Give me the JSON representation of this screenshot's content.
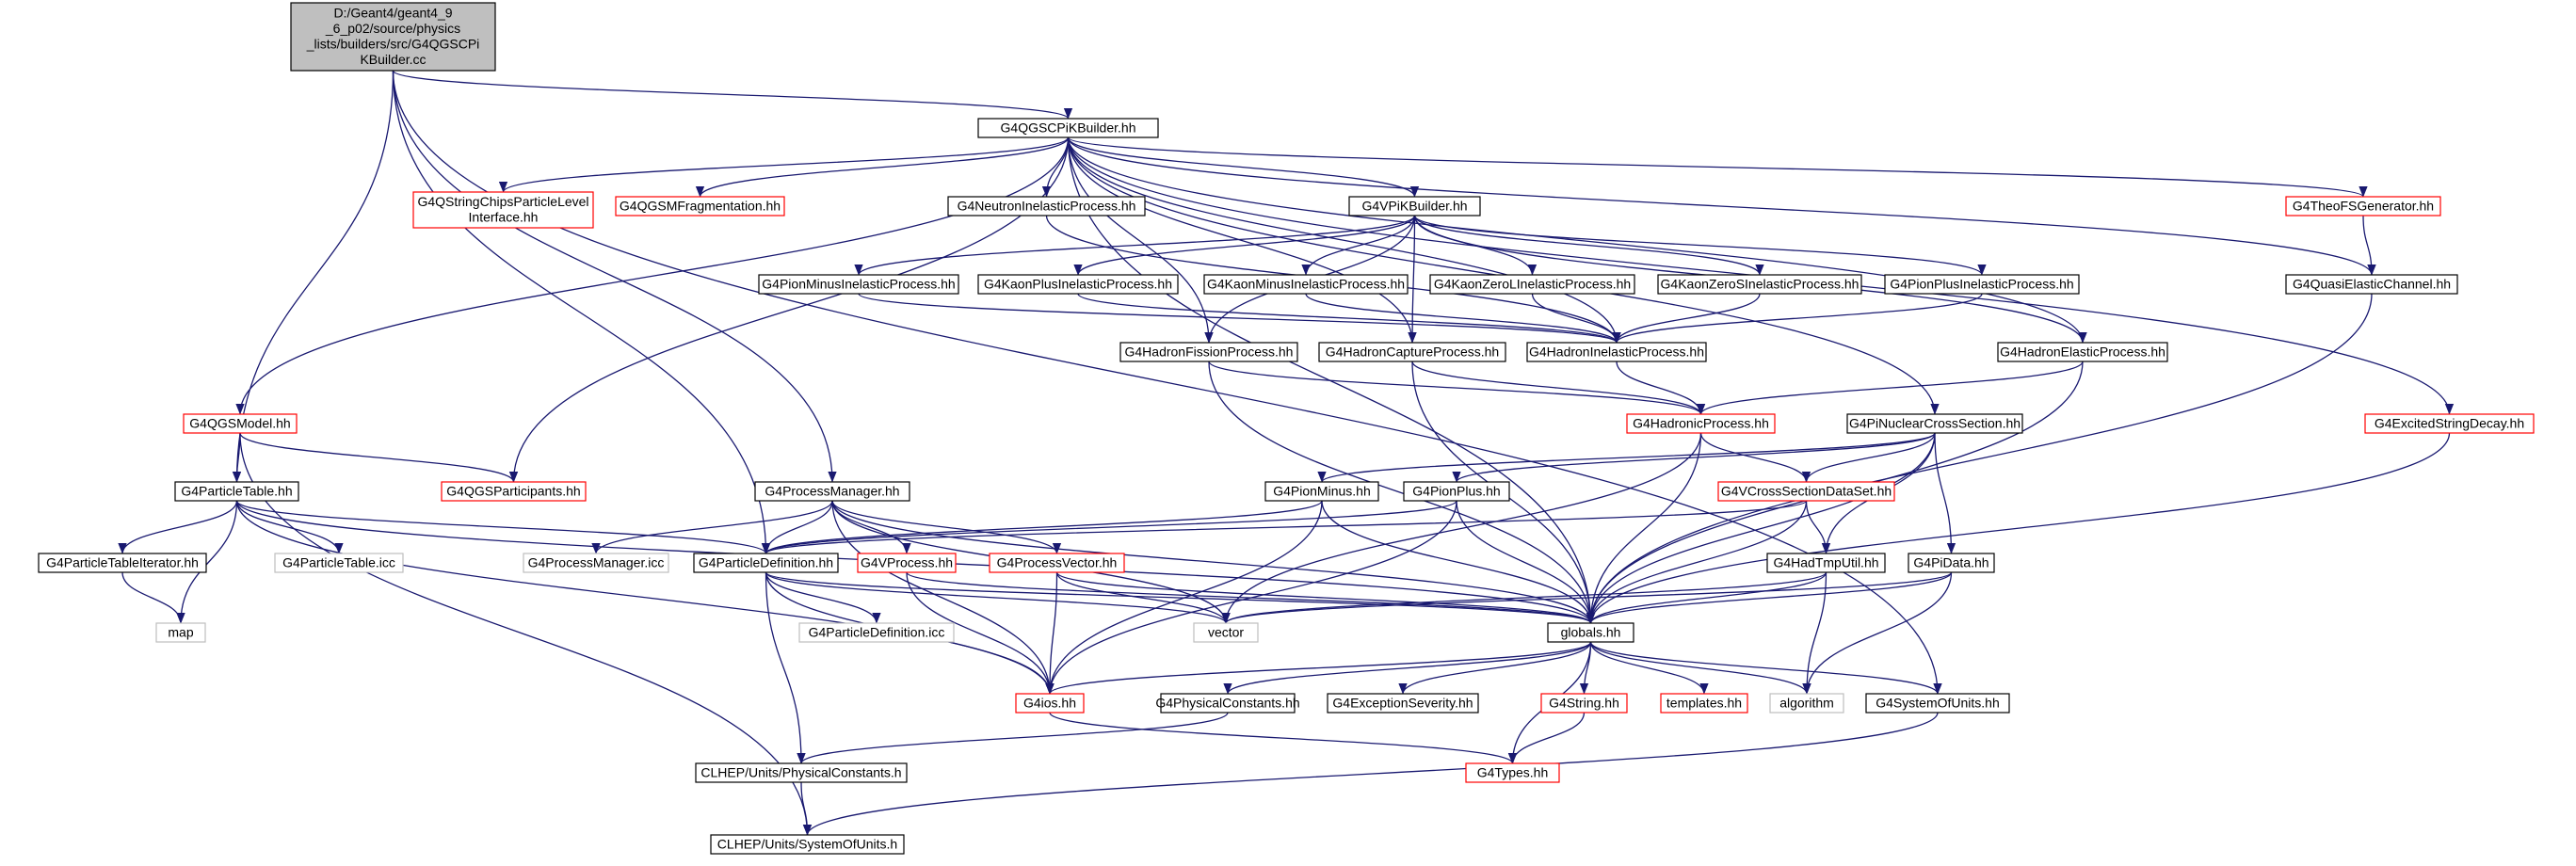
{
  "colors": {
    "edge": "#191970",
    "border_normal": "#000000",
    "border_truncated": "#ff0000",
    "border_system": "#bfbfbf",
    "root_fill": "#bfbfbf",
    "node_fill": "#ffffff"
  },
  "nodes": [
    {
      "id": "root",
      "lines": [
        "D:/Geant4/geant4_9",
        "_6_p02/source/physics",
        "_lists/builders/src/G4QGSCPi",
        "KBuilder.cc"
      ],
      "style": "root",
      "link": false
    },
    {
      "id": "qgscpik",
      "lines": [
        "G4QGSCPiKBuilder.hh"
      ],
      "style": "normal",
      "link": true
    },
    {
      "id": "qstring",
      "lines": [
        "G4QStringChipsParticleLevel",
        "Interface.hh"
      ],
      "style": "truncated",
      "link": true
    },
    {
      "id": "qgsmfrag",
      "lines": [
        "G4QGSMFragmentation.hh"
      ],
      "style": "truncated",
      "link": true
    },
    {
      "id": "neutronin",
      "lines": [
        "G4NeutronInelasticProcess.hh"
      ],
      "style": "normal",
      "link": true
    },
    {
      "id": "vpik",
      "lines": [
        "G4VPiKBuilder.hh"
      ],
      "style": "normal",
      "link": true
    },
    {
      "id": "theofs",
      "lines": [
        "G4TheoFSGenerator.hh"
      ],
      "style": "truncated",
      "link": true
    },
    {
      "id": "pionminusin",
      "lines": [
        "G4PionMinusInelasticProcess.hh"
      ],
      "style": "normal",
      "link": true
    },
    {
      "id": "kaonplusin",
      "lines": [
        "G4KaonPlusInelasticProcess.hh"
      ],
      "style": "normal",
      "link": true
    },
    {
      "id": "kaonminusin",
      "lines": [
        "G4KaonMinusInelasticProcess.hh"
      ],
      "style": "normal",
      "link": true
    },
    {
      "id": "kaonzerolin",
      "lines": [
        "G4KaonZeroLInelasticProcess.hh"
      ],
      "style": "normal",
      "link": true
    },
    {
      "id": "kaonzerosin",
      "lines": [
        "G4KaonZeroSInelasticProcess.hh"
      ],
      "style": "normal",
      "link": true
    },
    {
      "id": "pionplusin",
      "lines": [
        "G4PionPlusInelasticProcess.hh"
      ],
      "style": "normal",
      "link": true
    },
    {
      "id": "quasi",
      "lines": [
        "G4QuasiElasticChannel.hh"
      ],
      "style": "normal",
      "link": true
    },
    {
      "id": "hadfission",
      "lines": [
        "G4HadronFissionProcess.hh"
      ],
      "style": "normal",
      "link": true
    },
    {
      "id": "hadcapture",
      "lines": [
        "G4HadronCaptureProcess.hh"
      ],
      "style": "normal",
      "link": true
    },
    {
      "id": "hadinel",
      "lines": [
        "G4HadronInelasticProcess.hh"
      ],
      "style": "normal",
      "link": true
    },
    {
      "id": "hadelastic",
      "lines": [
        "G4HadronElasticProcess.hh"
      ],
      "style": "normal",
      "link": true
    },
    {
      "id": "qgsmodel",
      "lines": [
        "G4QGSModel.hh"
      ],
      "style": "truncated",
      "link": true
    },
    {
      "id": "hadronic",
      "lines": [
        "G4HadronicProcess.hh"
      ],
      "style": "truncated",
      "link": true
    },
    {
      "id": "pinuclear",
      "lines": [
        "G4PiNuclearCrossSection.hh"
      ],
      "style": "normal",
      "link": true
    },
    {
      "id": "excited",
      "lines": [
        "G4ExcitedStringDecay.hh"
      ],
      "style": "truncated",
      "link": true
    },
    {
      "id": "ptable",
      "lines": [
        "G4ParticleTable.hh"
      ],
      "style": "normal",
      "link": true
    },
    {
      "id": "qgspart",
      "lines": [
        "G4QGSParticipants.hh"
      ],
      "style": "truncated",
      "link": true
    },
    {
      "id": "procman",
      "lines": [
        "G4ProcessManager.hh"
      ],
      "style": "normal",
      "link": true
    },
    {
      "id": "pionminus",
      "lines": [
        "G4PionMinus.hh"
      ],
      "style": "normal",
      "link": true
    },
    {
      "id": "pionplus",
      "lines": [
        "G4PionPlus.hh"
      ],
      "style": "normal",
      "link": true
    },
    {
      "id": "vcross",
      "lines": [
        "G4VCrossSectionDataSet.hh"
      ],
      "style": "truncated",
      "link": true
    },
    {
      "id": "ptableit",
      "lines": [
        "G4ParticleTableIterator.hh"
      ],
      "style": "normal",
      "link": true
    },
    {
      "id": "ptableicc",
      "lines": [
        "G4ParticleTable.icc"
      ],
      "style": "system",
      "link": false
    },
    {
      "id": "procmanicc",
      "lines": [
        "G4ProcessManager.icc"
      ],
      "style": "system",
      "link": false
    },
    {
      "id": "pdef",
      "lines": [
        "G4ParticleDefinition.hh"
      ],
      "style": "normal",
      "link": true
    },
    {
      "id": "vprocess",
      "lines": [
        "G4VProcess.hh"
      ],
      "style": "truncated",
      "link": true
    },
    {
      "id": "procvec",
      "lines": [
        "G4ProcessVector.hh"
      ],
      "style": "truncated",
      "link": true
    },
    {
      "id": "hadtrm",
      "lines": [
        "G4HadTmpUtil.hh"
      ],
      "style": "normal",
      "link": true
    },
    {
      "id": "pidata",
      "lines": [
        "G4PiData.hh"
      ],
      "style": "normal",
      "link": true
    },
    {
      "id": "map",
      "lines": [
        "map"
      ],
      "style": "system",
      "link": false
    },
    {
      "id": "pdeficc",
      "lines": [
        "G4ParticleDefinition.icc"
      ],
      "style": "system",
      "link": false
    },
    {
      "id": "vector",
      "lines": [
        "vector"
      ],
      "style": "system",
      "link": false
    },
    {
      "id": "globals",
      "lines": [
        "globals.hh"
      ],
      "style": "normal",
      "link": true
    },
    {
      "id": "g4ios",
      "lines": [
        "G4ios.hh"
      ],
      "style": "truncated",
      "link": true
    },
    {
      "id": "physconst",
      "lines": [
        "G4PhysicalConstants.hh"
      ],
      "style": "normal",
      "link": true
    },
    {
      "id": "excsev",
      "lines": [
        "G4ExceptionSeverity.hh"
      ],
      "style": "normal",
      "link": true
    },
    {
      "id": "g4string",
      "lines": [
        "G4String.hh"
      ],
      "style": "truncated",
      "link": true
    },
    {
      "id": "templates",
      "lines": [
        "templates.hh"
      ],
      "style": "truncated",
      "link": true
    },
    {
      "id": "algorithm",
      "lines": [
        "algorithm"
      ],
      "style": "system",
      "link": false
    },
    {
      "id": "sysunits",
      "lines": [
        "G4SystemOfUnits.hh"
      ],
      "style": "normal",
      "link": true
    },
    {
      "id": "clhepphys",
      "lines": [
        "CLHEP/Units/PhysicalConstants.h"
      ],
      "style": "normal",
      "link": true
    },
    {
      "id": "g4types",
      "lines": [
        "G4Types.hh"
      ],
      "style": "truncated",
      "link": true
    },
    {
      "id": "clhepunits",
      "lines": [
        "CLHEP/Units/SystemOfUnits.h"
      ],
      "style": "normal",
      "link": true
    }
  ],
  "edges": [
    [
      "root",
      "qgscpik"
    ],
    [
      "root",
      "ptable"
    ],
    [
      "root",
      "procman"
    ],
    [
      "root",
      "pdef"
    ],
    [
      "root",
      "sysunits"
    ],
    [
      "qgscpik",
      "qstring"
    ],
    [
      "qgscpik",
      "qgsmfrag"
    ],
    [
      "qgscpik",
      "neutronin"
    ],
    [
      "qgscpik",
      "vpik"
    ],
    [
      "qgscpik",
      "theofs"
    ],
    [
      "qgscpik",
      "quasi"
    ],
    [
      "qgscpik",
      "excited"
    ],
    [
      "qgscpik",
      "qgsmodel"
    ],
    [
      "qgscpik",
      "qgspart"
    ],
    [
      "qgscpik",
      "hadfission"
    ],
    [
      "qgscpik",
      "hadcapture"
    ],
    [
      "qgscpik",
      "hadinel"
    ],
    [
      "qgscpik",
      "hadelastic"
    ],
    [
      "qgscpik",
      "pinuclear"
    ],
    [
      "qgscpik",
      "globals"
    ],
    [
      "neutronin",
      "hadinel"
    ],
    [
      "vpik",
      "pionminusin"
    ],
    [
      "vpik",
      "kaonplusin"
    ],
    [
      "vpik",
      "kaonminusin"
    ],
    [
      "vpik",
      "kaonzerolin"
    ],
    [
      "vpik",
      "kaonzerosin"
    ],
    [
      "vpik",
      "pionplusin"
    ],
    [
      "vpik",
      "hadelastic"
    ],
    [
      "vpik",
      "hadcapture"
    ],
    [
      "vpik",
      "hadfission"
    ],
    [
      "pionminusin",
      "hadinel"
    ],
    [
      "kaonplusin",
      "hadinel"
    ],
    [
      "kaonminusin",
      "hadinel"
    ],
    [
      "kaonzerolin",
      "hadinel"
    ],
    [
      "kaonzerosin",
      "hadinel"
    ],
    [
      "pionplusin",
      "hadinel"
    ],
    [
      "theofs",
      "quasi"
    ],
    [
      "quasi",
      "globals"
    ],
    [
      "hadfission",
      "hadronic"
    ],
    [
      "hadfission",
      "globals"
    ],
    [
      "hadcapture",
      "hadronic"
    ],
    [
      "hadcapture",
      "globals"
    ],
    [
      "hadinel",
      "hadronic"
    ],
    [
      "hadelastic",
      "hadronic"
    ],
    [
      "hadelastic",
      "globals"
    ],
    [
      "hadronic",
      "vcross"
    ],
    [
      "hadronic",
      "globals"
    ],
    [
      "hadronic",
      "vector"
    ],
    [
      "pinuclear",
      "vcross"
    ],
    [
      "pinuclear",
      "pionminus"
    ],
    [
      "pinuclear",
      "pionplus"
    ],
    [
      "pinuclear",
      "hadtrm"
    ],
    [
      "pinuclear",
      "pidata"
    ],
    [
      "pinuclear",
      "globals"
    ],
    [
      "excited",
      "globals"
    ],
    [
      "qgsmodel",
      "ptable"
    ],
    [
      "qgsmodel",
      "qgspart"
    ],
    [
      "qgsmodel",
      "clhepunits"
    ],
    [
      "ptable",
      "ptableit"
    ],
    [
      "ptable",
      "ptableicc"
    ],
    [
      "ptable",
      "map"
    ],
    [
      "ptable",
      "pdef"
    ],
    [
      "ptable",
      "g4ios"
    ],
    [
      "ptable",
      "globals"
    ],
    [
      "ptableit",
      "map"
    ],
    [
      "procman",
      "procmanicc"
    ],
    [
      "procman",
      "pdef"
    ],
    [
      "procman",
      "vprocess"
    ],
    [
      "procman",
      "procvec"
    ],
    [
      "procman",
      "g4ios"
    ],
    [
      "procman",
      "globals"
    ],
    [
      "procman",
      "vector"
    ],
    [
      "pionminus",
      "pdef"
    ],
    [
      "pionminus",
      "globals"
    ],
    [
      "pionminus",
      "g4ios"
    ],
    [
      "pionplus",
      "pdef"
    ],
    [
      "pionplus",
      "globals"
    ],
    [
      "pionplus",
      "g4ios"
    ],
    [
      "vcross",
      "pdef"
    ],
    [
      "vcross",
      "hadtrm"
    ],
    [
      "vcross",
      "globals"
    ],
    [
      "pdef",
      "pdeficc"
    ],
    [
      "pdef",
      "globals"
    ],
    [
      "pdef",
      "g4ios"
    ],
    [
      "pdef",
      "vector"
    ],
    [
      "pdef",
      "clhepphys"
    ],
    [
      "vprocess",
      "globals"
    ],
    [
      "vprocess",
      "g4ios"
    ],
    [
      "procvec",
      "vector"
    ],
    [
      "procvec",
      "g4ios"
    ],
    [
      "procvec",
      "globals"
    ],
    [
      "hadtrm",
      "globals"
    ],
    [
      "hadtrm",
      "algorithm"
    ],
    [
      "hadtrm",
      "vector"
    ],
    [
      "pidata",
      "globals"
    ],
    [
      "pidata",
      "algorithm"
    ],
    [
      "pidata",
      "vector"
    ],
    [
      "globals",
      "g4ios"
    ],
    [
      "globals",
      "physconst"
    ],
    [
      "globals",
      "excsev"
    ],
    [
      "globals",
      "g4string"
    ],
    [
      "globals",
      "templates"
    ],
    [
      "globals",
      "algorithm"
    ],
    [
      "globals",
      "sysunits"
    ],
    [
      "globals",
      "g4types"
    ],
    [
      "g4ios",
      "g4types"
    ],
    [
      "g4string",
      "g4types"
    ],
    [
      "physconst",
      "clhepphys"
    ],
    [
      "clhepphys",
      "clhepunits"
    ],
    [
      "sysunits",
      "clhepunits"
    ]
  ]
}
